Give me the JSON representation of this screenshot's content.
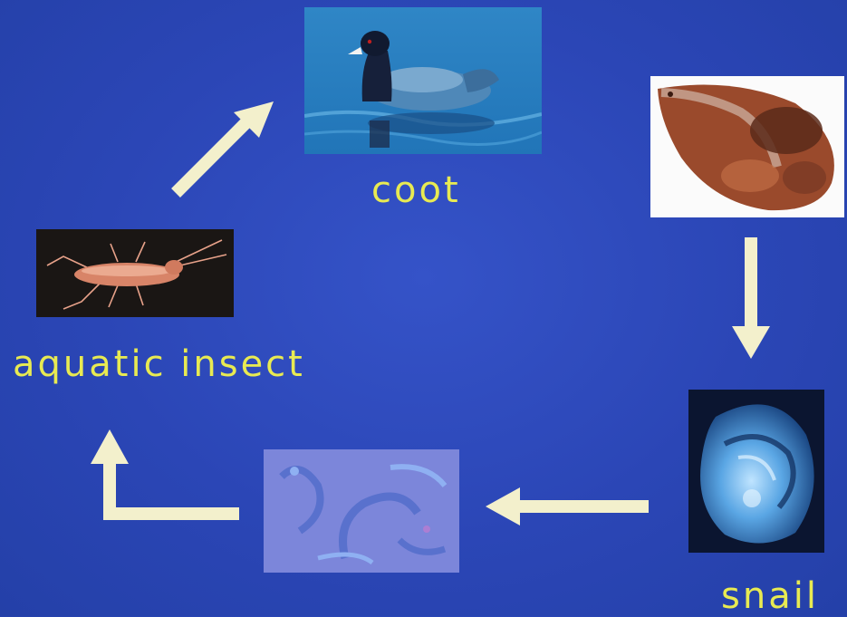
{
  "diagram": {
    "nodes": [
      {
        "id": "coot",
        "label": "coot",
        "icon": "coot-photo"
      },
      {
        "id": "leaf-organism",
        "label": "",
        "icon": "brown-leaf-organism-photo"
      },
      {
        "id": "snail",
        "label": "snail",
        "icon": "snail-photo"
      },
      {
        "id": "microscopic",
        "label": "",
        "icon": "microscopic-organisms-photo"
      },
      {
        "id": "aquatic-insect",
        "label": "aquatic insect",
        "icon": "aquatic-insect-photo"
      }
    ],
    "edges": [
      {
        "from": "aquatic-insect",
        "to": "coot"
      },
      {
        "from": "leaf-organism",
        "to": "snail"
      },
      {
        "from": "snail",
        "to": "microscopic"
      },
      {
        "from": "microscopic",
        "to": "aquatic-insect"
      }
    ]
  },
  "colors": {
    "background": "#2a45b8",
    "label": "#e8ea52",
    "arrow": "#f3f0cc"
  }
}
